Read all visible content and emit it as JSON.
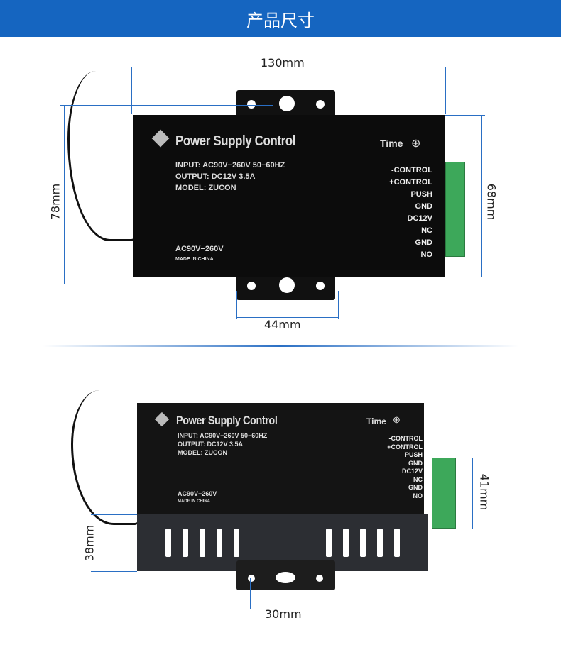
{
  "header": {
    "title": "产品尺寸"
  },
  "product": {
    "brand_title": "Power Supply Control",
    "time_label": "Time",
    "input": "INPUT:  AC90V−260V 50−60HZ",
    "output": "OUTPUT:  DC12V  3.5A",
    "model": "MODEL:  ZUCON",
    "voltage": "AC90V−260V",
    "made_in": "MADE IN CHINA",
    "terminals": [
      "-CONTROL",
      "+CONTROL",
      "PUSH",
      "GND",
      "DC12V",
      "NC",
      "GND",
      "NO"
    ]
  },
  "top_view": {
    "width": "130mm",
    "height": "78mm",
    "body_height": "68mm",
    "bracket_width": "44mm"
  },
  "side_view": {
    "terminal_height": "41mm",
    "depth": "38mm",
    "bracket_hole_spacing": "30mm"
  },
  "colors": {
    "header": "#1565c0",
    "dimension_line": "#2a6fc4",
    "terminal": "#3da85a"
  }
}
